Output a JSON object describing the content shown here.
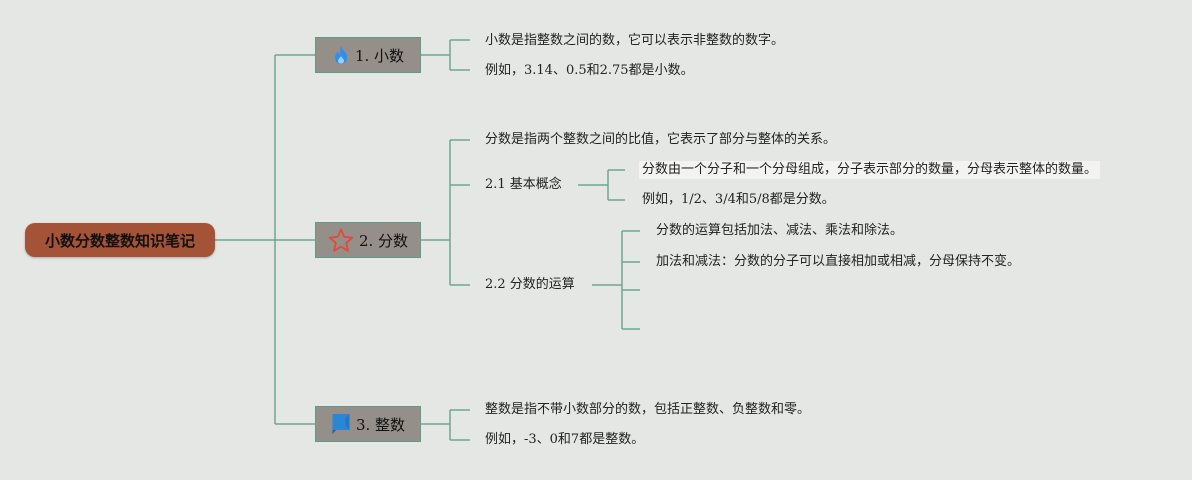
{
  "root": {
    "label": "小数分数整数知识笔记"
  },
  "branches": [
    {
      "label": "1. 小数",
      "icon": "flame-icon",
      "icon_color": "#2e8ff0",
      "items": [
        "小数是指整数之间的数，它可以表示非整数的数字。",
        "例如，3.14、0.5和2.75都是小数。"
      ]
    },
    {
      "label": "2. 分数",
      "icon": "star-icon",
      "icon_color": "#e2483b",
      "intro": "分数是指两个整数之间的比值，它表示了部分与整体的关系。",
      "subtopics": [
        {
          "label": "2.1 基本概念",
          "items": [
            "分数由一个分子和一个分母组成，分子表示部分的数量，分母表示整体的数量。",
            "例如，1/2、3/4和5/8都是分数。"
          ]
        },
        {
          "label": "2.2 分数的运算",
          "items": [
            "分数的运算包括加法、减法、乘法和除法。",
            "加法和减法：分数的分子可以直接相加或相减，分母保持不变。",
            "",
            ""
          ]
        }
      ]
    },
    {
      "label": "3. 整数",
      "icon": "flag-icon",
      "icon_color": "#2c86d6",
      "items": [
        "整数是指不带小数部分的数，包括正整数、负整数和零。",
        "例如，-3、0和7都是整数。"
      ]
    }
  ],
  "colors": {
    "background": "#e4e7e3",
    "connector": "#6fa596",
    "root_fill": "#a55336",
    "branch_fill": "#948f88",
    "branch_border": "#5f9a8a"
  }
}
